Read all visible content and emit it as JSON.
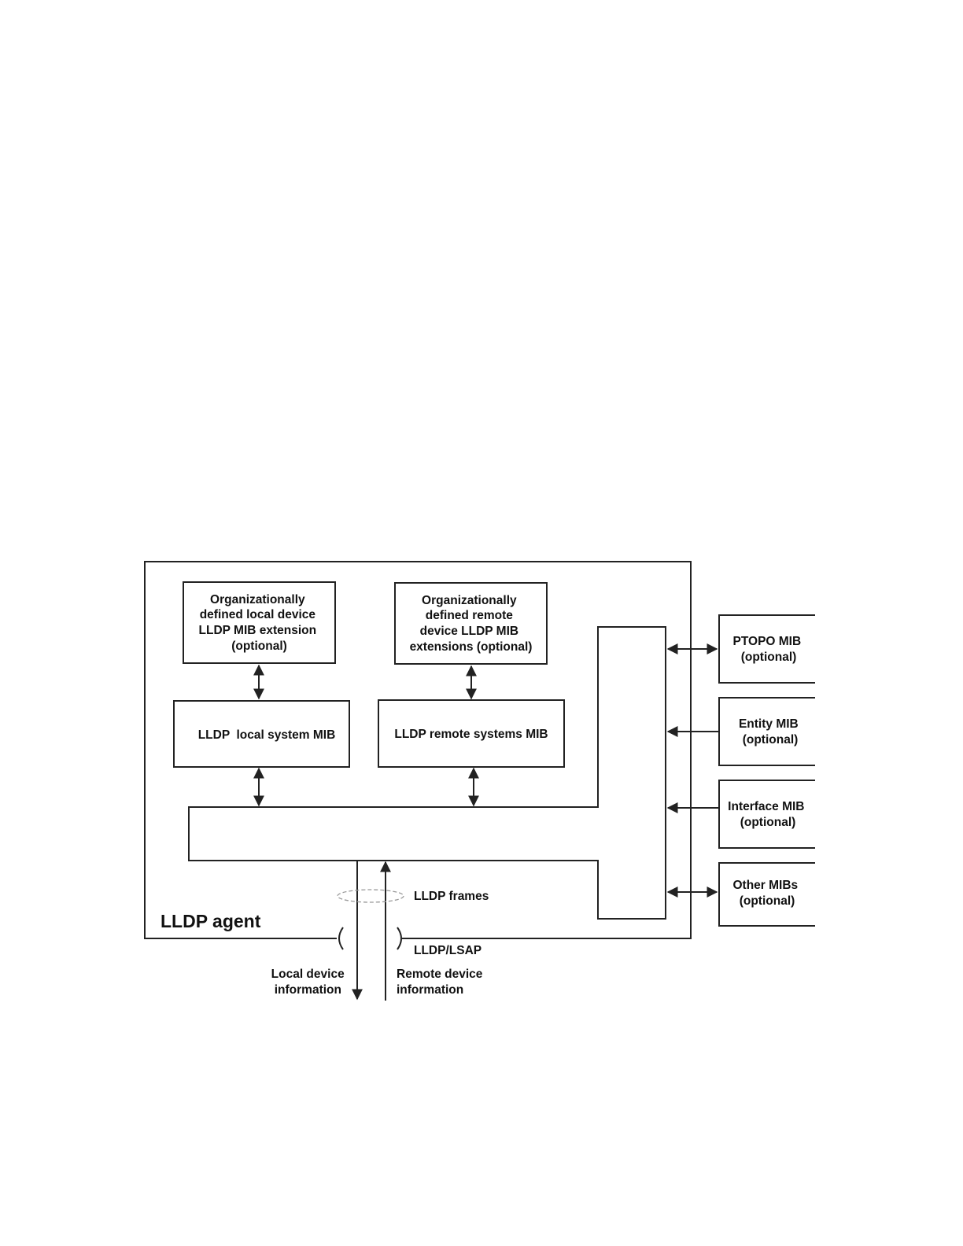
{
  "agent": {
    "label": "LLDP agent"
  },
  "boxes": {
    "org_local": [
      "Organizationally",
      "defined local device",
      "LLDP MIB extension",
      "(optional)"
    ],
    "org_remote": [
      "Organizationally",
      "defined remote",
      "device LLDP MIB",
      "extensions (optional)"
    ],
    "local_mib": [
      "LLDP  local system MIB"
    ],
    "remote_mib": [
      "LLDP remote systems MIB"
    ]
  },
  "external_mibs": [
    {
      "lines": [
        "PTOPO MIB",
        "(optional)"
      ]
    },
    {
      "lines": [
        "Entity MIB",
        "(optional)"
      ]
    },
    {
      "lines": [
        "Interface MIB",
        "(optional)"
      ]
    },
    {
      "lines": [
        "Other MIBs",
        "(optional)"
      ]
    }
  ],
  "labels": {
    "frames": "LLDP frames",
    "lsap": "LLDP/LSAP",
    "local_info": [
      "Local device",
      "information"
    ],
    "remote_info": [
      "Remote device",
      "information"
    ]
  },
  "colors": {
    "stroke": "#222222",
    "text": "#111111",
    "dashed_ellipse": "#999999"
  }
}
